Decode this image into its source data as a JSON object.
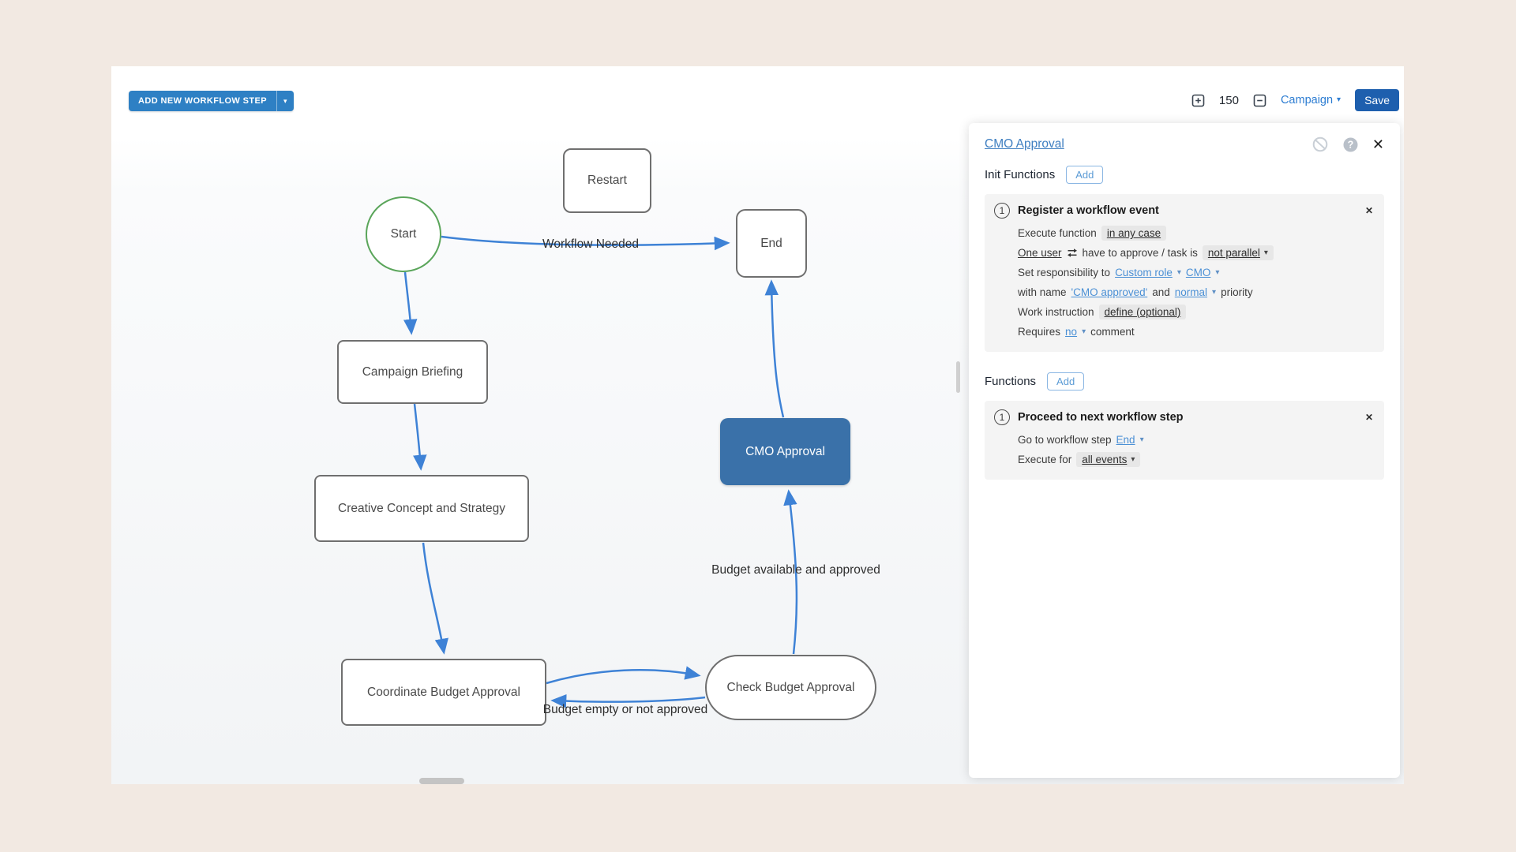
{
  "toolbar": {
    "add_step_label": "ADD NEW WORKFLOW STEP",
    "zoom_level": "150",
    "campaign_label": "Campaign",
    "save_label": "Save"
  },
  "colors": {
    "primary_button": "#2e80c4",
    "save_button": "#1e5fae",
    "edge_blue": "#3e82d6",
    "selected_node_fill": "#3a71a9",
    "start_node_border": "#5aa55a",
    "link_blue": "#4b90d5",
    "page_background": "#f2e9e2"
  },
  "diagram": {
    "nodes": {
      "restart": "Restart",
      "start": "Start",
      "end": "End",
      "campaign_briefing": "Campaign Briefing",
      "cmo_approval": "CMO Approval",
      "creative_concept": "Creative Concept and Strategy",
      "coordinate_budget": "Coordinate Budget Approval",
      "check_budget": "Check Budget Approval"
    },
    "edge_labels": {
      "workflow_needed": "Workflow Needed",
      "budget_available": "Budget available and approved",
      "budget_empty": "Budget empty or not approved"
    }
  },
  "panel": {
    "title": "CMO Approval",
    "init_functions_label": "Init Functions",
    "functions_label": "Functions",
    "add_label": "Add",
    "init_card": {
      "number": "1",
      "title": "Register a workflow event",
      "row1": {
        "t1": "Execute function",
        "badge": "in any case"
      },
      "row2": {
        "link": "One user",
        "t1": "have to approve / task is",
        "badge": "not parallel"
      },
      "row3": {
        "t1": "Set responsibility to",
        "link1": "Custom role",
        "link2": "CMO"
      },
      "row4": {
        "t1": "with name",
        "link1": "'CMO approved'",
        "t2": "and",
        "link2": "normal",
        "t3": "priority"
      },
      "row5": {
        "t1": "Work instruction",
        "badge": "define (optional)"
      },
      "row6": {
        "t1": "Requires",
        "link": "no",
        "t2": "comment"
      }
    },
    "func_card": {
      "number": "1",
      "title": "Proceed to next workflow step",
      "row1": {
        "t1": "Go to workflow step",
        "link": "End"
      },
      "row2": {
        "t1": "Execute for",
        "badge": "all events"
      }
    }
  }
}
